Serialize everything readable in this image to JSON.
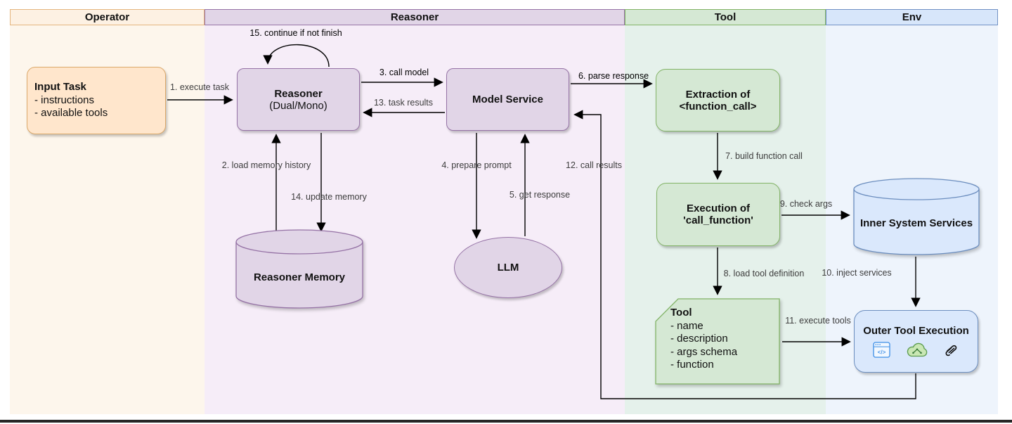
{
  "lanes": [
    {
      "label": "Operator"
    },
    {
      "label": "Reasoner"
    },
    {
      "label": "Tool"
    },
    {
      "label": "Env"
    }
  ],
  "nodes": {
    "input_task": {
      "title": "Input Task",
      "lines": [
        "- instructions",
        "- available tools"
      ]
    },
    "reasoner": {
      "title": "Reasoner",
      "subtitle": "(Dual/Mono)"
    },
    "model_service": {
      "title": "Model Service"
    },
    "reasoner_memory": {
      "title": "Reasoner Memory"
    },
    "llm": {
      "title": "LLM"
    },
    "extraction": {
      "title": "Extraction of",
      "subtitle": "<function_call>"
    },
    "execution": {
      "title": "Execution of",
      "subtitle": "'call_function'"
    },
    "tool_card": {
      "title": "Tool",
      "lines": [
        "- name",
        "- description",
        "- args schema",
        "- function"
      ]
    },
    "inner_system_services": {
      "title": "Inner System Services"
    },
    "outer_tool_execution": {
      "title": "Outer Tool Execution",
      "icons": [
        "code-window-icon",
        "cloud-icon",
        "scribble-icon"
      ]
    }
  },
  "edges": [
    {
      "label": "1. execute task"
    },
    {
      "label": "2. load memory history"
    },
    {
      "label": "3. call model"
    },
    {
      "label": "4. prepare prompt"
    },
    {
      "label": "5. get response"
    },
    {
      "label": "6. parse response"
    },
    {
      "label": "7. build function call"
    },
    {
      "label": "8. load tool definition"
    },
    {
      "label": "9. check args"
    },
    {
      "label": "10. inject services"
    },
    {
      "label": "11. execute tools"
    },
    {
      "label": "12. call results"
    },
    {
      "label": "13. task results"
    },
    {
      "label": "14. update memory"
    },
    {
      "label": "15. continue if not finish"
    }
  ],
  "colors": {
    "operator_fill": "#ffe6cc",
    "operator_stroke": "#dba869",
    "purple_fill": "#e1d5e7",
    "purple_stroke": "#9673a6",
    "green_fill": "#d5e8d4",
    "green_stroke": "#82b366",
    "blue_fill": "#dae8fc",
    "blue_stroke": "#6c8ebf",
    "lane_operator": "#fdf6ec",
    "lane_reasoner": "#f6edf8",
    "lane_tool": "#e5f1eb",
    "lane_env": "#eef4fc"
  }
}
